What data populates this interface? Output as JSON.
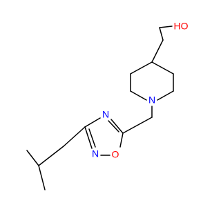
{
  "molecule": {
    "atoms": [
      {
        "id": "O_OH",
        "label": "HO",
        "color": "#ff0000"
      },
      {
        "id": "N_ring",
        "label": "N",
        "color": "#0000ff"
      },
      {
        "id": "N_oxa_top",
        "label": "N",
        "color": "#0000ff"
      },
      {
        "id": "N_oxa_bottom",
        "label": "N",
        "color": "#0000ff"
      },
      {
        "id": "O_oxa",
        "label": "O",
        "color": "#ff0000"
      }
    ],
    "bond_color": "#000000",
    "background": "#ffffff"
  }
}
